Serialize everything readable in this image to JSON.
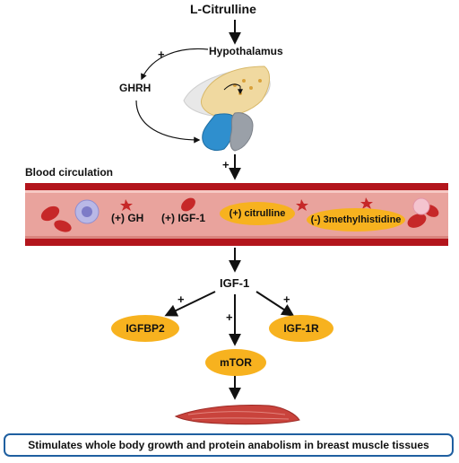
{
  "nodes": {
    "l_citrulline": "L-Citrulline",
    "hypothalamus": "Hypothalamus",
    "ghrh": "GHRH",
    "blood_circulation": "Blood circulation",
    "gh": "(+) GH",
    "igf1_blood": "(+) IGF-1",
    "citrulline": "(+) citrulline",
    "methylhistidine": "(-) 3methylhistidine",
    "igf1": "IGF-1",
    "igfbp2": "IGFBP2",
    "igf1r": "IGF-1R",
    "mtor": "mTOR"
  },
  "signs": {
    "ghrh_feedback": "+",
    "to_blood": "+",
    "to_igfbp2": "+",
    "to_mtor": "+",
    "to_igf1r": "+"
  },
  "conclusion": "Stimulates whole body growth and protein anabolism in breast muscle tissues",
  "colors": {
    "vessel_outer": "#b3151c",
    "vessel_inner": "#e9a39d",
    "oval_fill": "#f7b21f",
    "conclusion_border": "#1f5fa0",
    "muscle": "#c9433c"
  }
}
